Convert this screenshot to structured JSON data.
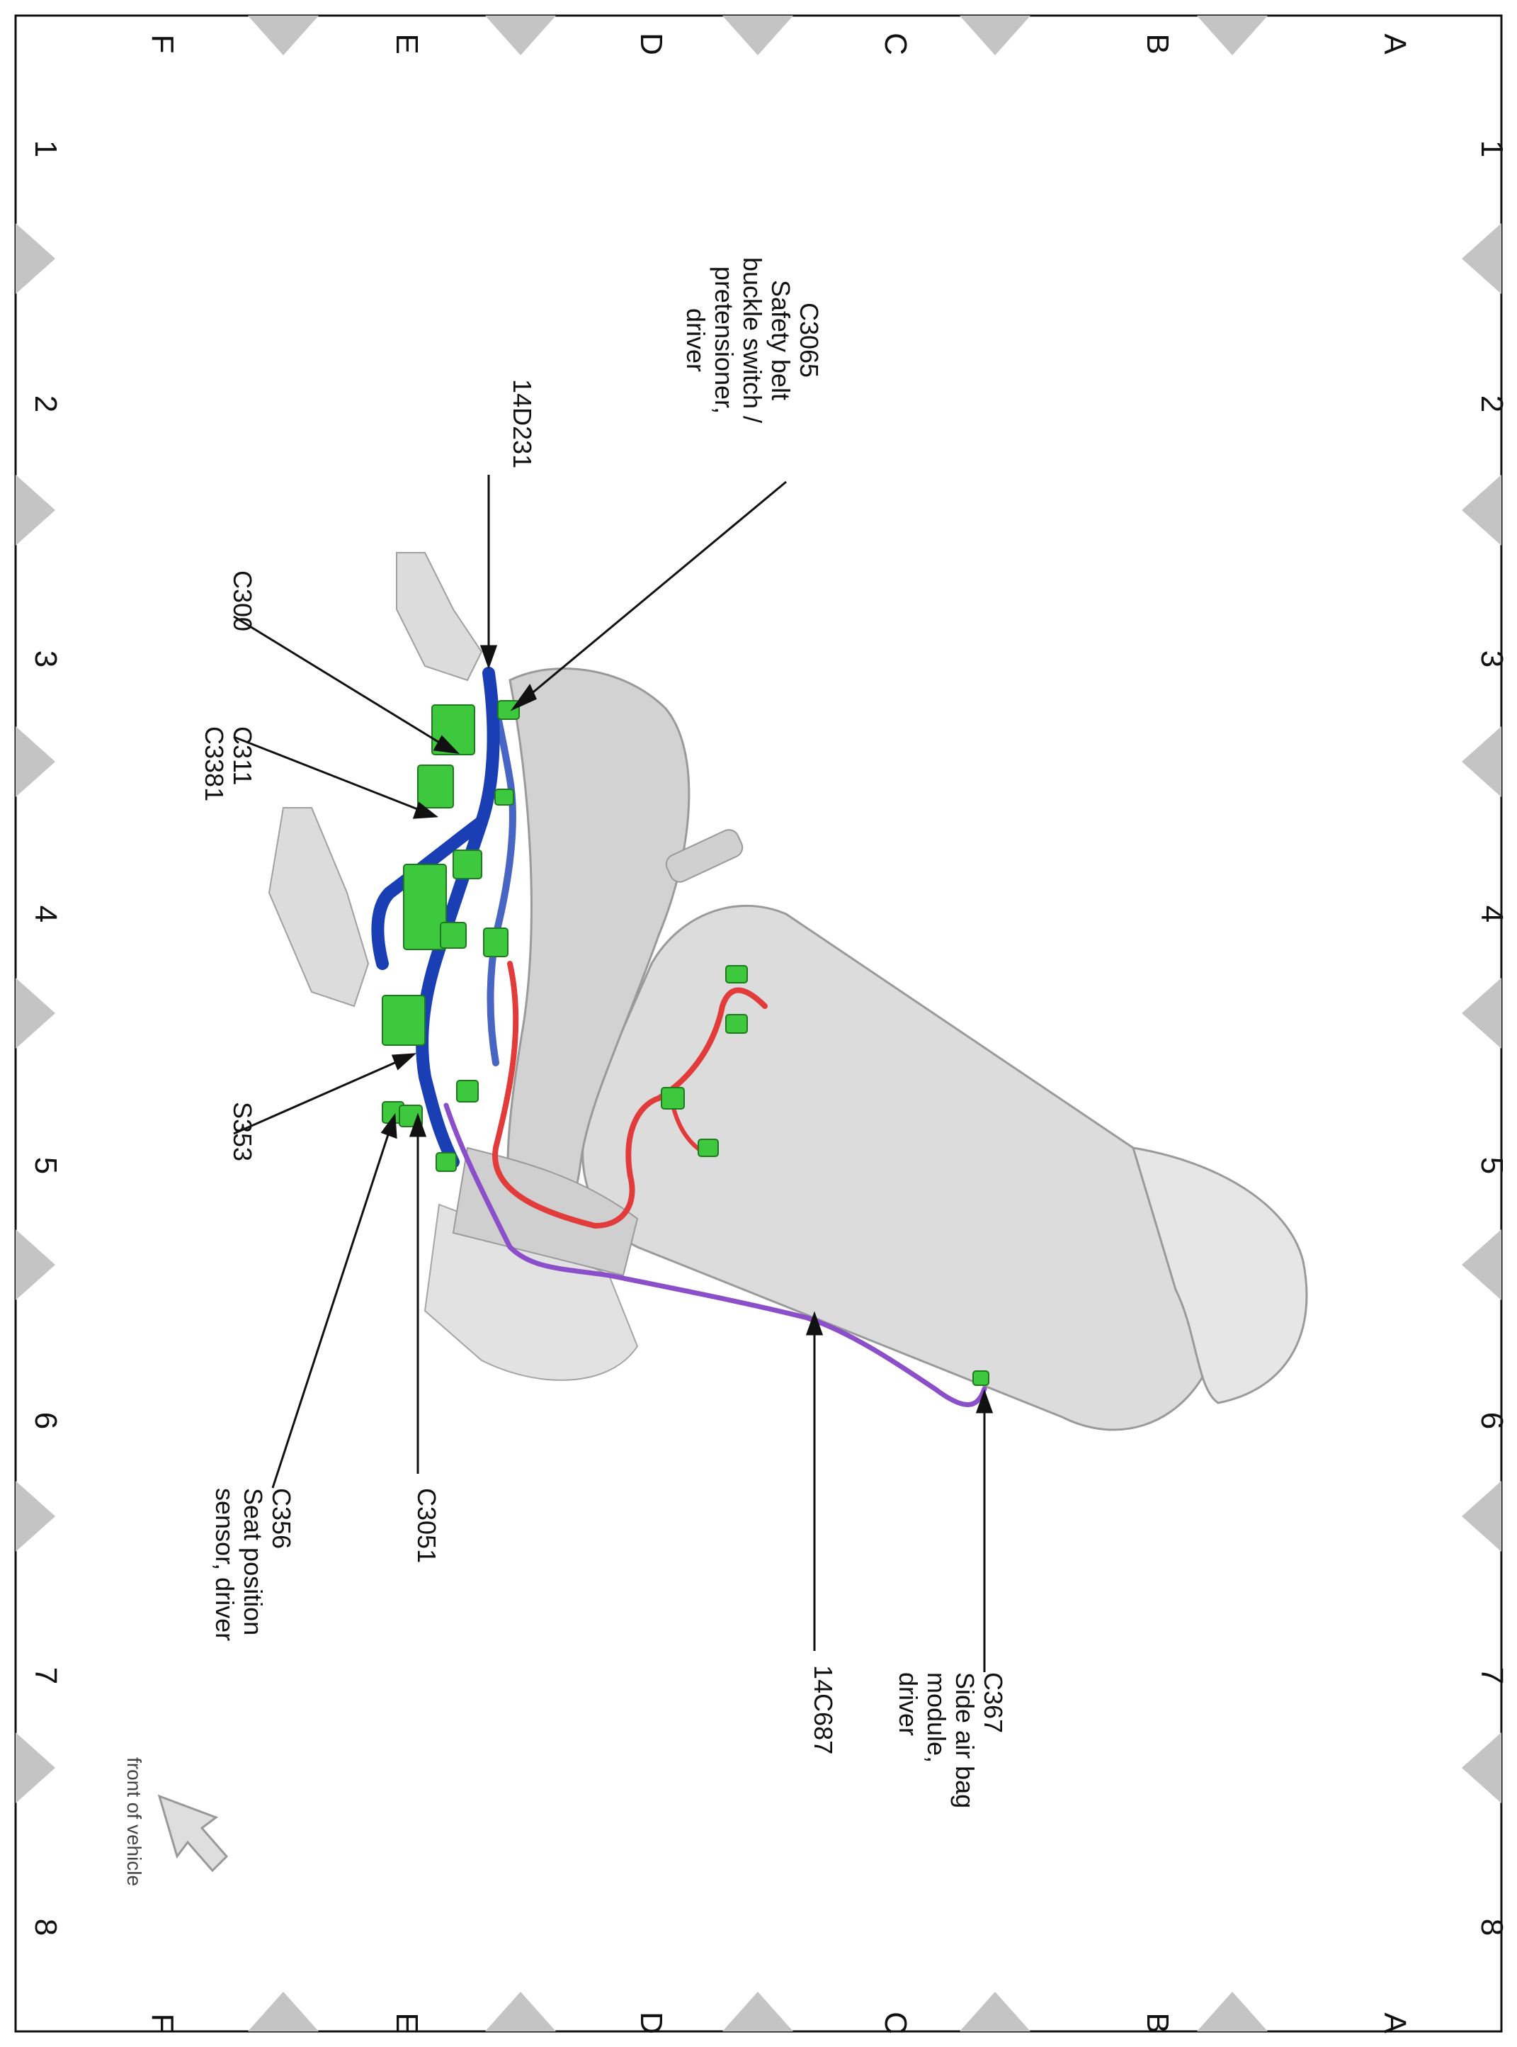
{
  "grid": {
    "rows": [
      "A",
      "B",
      "C",
      "D",
      "E",
      "F"
    ],
    "cols": [
      "1",
      "2",
      "3",
      "4",
      "5",
      "6",
      "7",
      "8"
    ]
  },
  "colors": {
    "connector": "#3ec83e",
    "harness_blue": "#1a3fb5",
    "harness_red": "#e23b3b",
    "harness_purple": "#8a4fc9",
    "seat": "#d9d9d9",
    "marker": "#c4c4c4"
  },
  "labels": {
    "c3065": [
      "C3065",
      "Safety belt",
      "buckle switch /",
      "pretensioner,",
      "driver"
    ],
    "d14d231": [
      "14D231"
    ],
    "c300": [
      "C300"
    ],
    "c311": [
      "C311",
      "C3381"
    ],
    "s353": [
      "S353"
    ],
    "c3051": [
      "C3051"
    ],
    "c356": [
      "C356",
      "Seat position",
      "sensor, driver"
    ],
    "c14c687": [
      "14C687"
    ],
    "c367": [
      "C367",
      "Side air bag",
      "module,",
      "driver"
    ]
  },
  "front_of_vehicle": "front of vehicle"
}
